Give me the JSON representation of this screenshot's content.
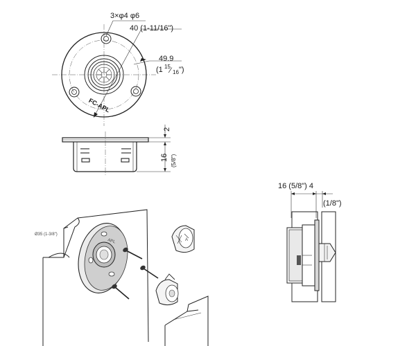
{
  "top_view": {
    "holes_label": "3×φ4 φ6",
    "diameter_label": "40 (1-11/16\")",
    "outer_dia_label": "49.9",
    "outer_dia_inch_prefix": "(1",
    "outer_dia_inch_num": "15",
    "outer_dia_inch_den": "16",
    "outer_dia_inch_suffix": "\")",
    "brand_text": "FC-APL"
  },
  "side_view": {
    "flange_label": "2",
    "height_label": "16",
    "height_inch_label": "(5/8\")"
  },
  "section_view": {
    "depth_label": "16 (5/8\") 4",
    "gap_inch_label": "(1/8\")"
  },
  "iso_view": {
    "bore_label": "Ø35 (1-3/8\")"
  }
}
